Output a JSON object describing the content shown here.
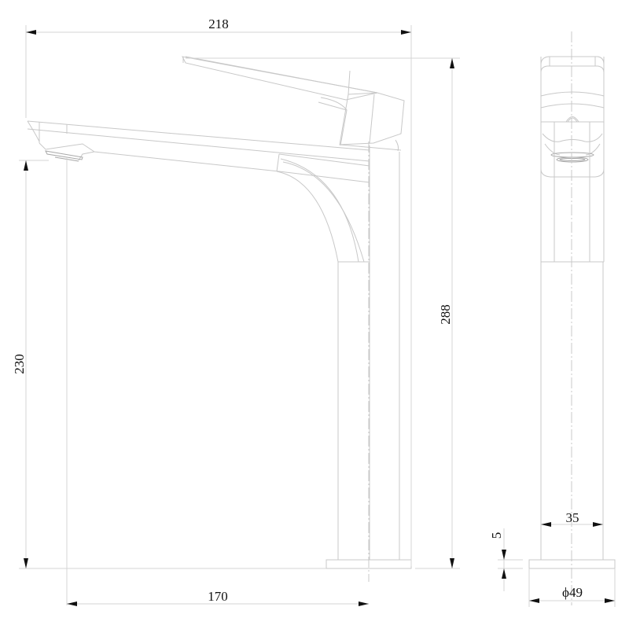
{
  "drawing": {
    "type": "technical-drawing",
    "subject": "basin mixer tap (tall)",
    "units": "mm",
    "views": [
      "side-elevation",
      "front-elevation"
    ]
  },
  "dimensions": {
    "overall_width": {
      "label": "218",
      "value": 218
    },
    "overall_height": {
      "label": "288",
      "value": 288
    },
    "spout_height": {
      "label": "230",
      "value": 230
    },
    "spout_reach": {
      "label": "170",
      "value": 170
    },
    "body_width": {
      "label": "35",
      "value": 35
    },
    "base_thickness": {
      "label": "5",
      "value": 5
    },
    "base_diameter": {
      "label": "ϕ49",
      "value": 49
    }
  },
  "colors": {
    "line": "#c8c8c8",
    "text": "#111111",
    "background": "#ffffff"
  }
}
